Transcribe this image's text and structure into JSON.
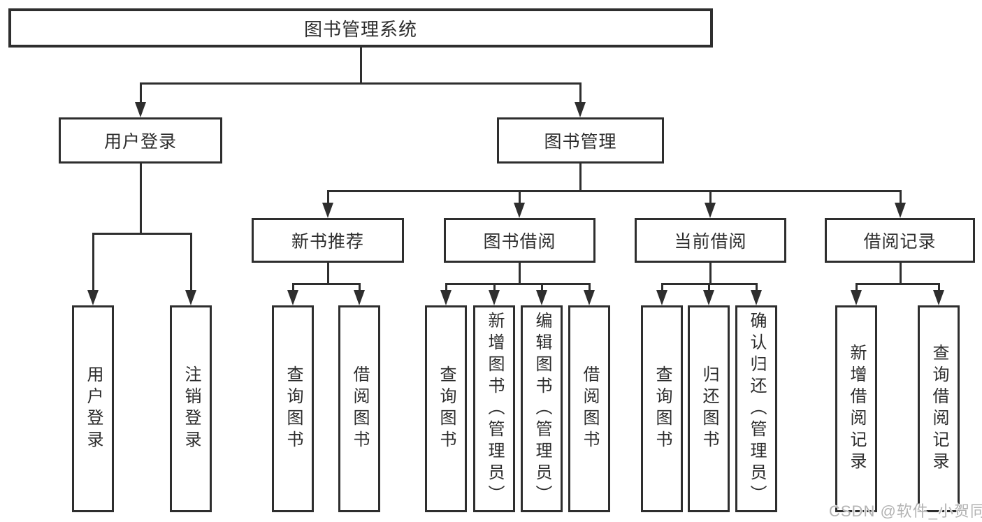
{
  "diagram": {
    "title_node": "图书管理系统",
    "root": {
      "label": "图书管理系统"
    },
    "level2": [
      {
        "label": "用户登录"
      },
      {
        "label": "图书管理"
      }
    ],
    "level3": [
      {
        "label": "新书推荐"
      },
      {
        "label": "图书借阅"
      },
      {
        "label": "当前借阅"
      },
      {
        "label": "借阅记录"
      }
    ],
    "leaves": {
      "user_login": [
        {
          "label": "用户登录"
        },
        {
          "label": "注销登录"
        }
      ],
      "new_book_recommend": [
        {
          "label": "查询图书"
        },
        {
          "label": "借阅图书"
        }
      ],
      "book_borrow": [
        {
          "label": "查询图书"
        },
        {
          "label": "新增图书（管理员）"
        },
        {
          "label": "编辑图书（管理员）"
        },
        {
          "label": "借阅图书"
        }
      ],
      "current_borrow": [
        {
          "label": "查询图书"
        },
        {
          "label": "归还图书"
        },
        {
          "label": "确认归还（管理员）"
        }
      ],
      "borrow_records": [
        {
          "label": "新增借阅记录"
        },
        {
          "label": "查询借阅记录"
        }
      ]
    }
  },
  "watermark": {
    "text": "CSDN @软件_小贺同学"
  },
  "colors": {
    "line": "#2e2e2e",
    "box_background": "#ffffff",
    "text": "#2d2d2d",
    "watermark": "#b3b3b3"
  }
}
